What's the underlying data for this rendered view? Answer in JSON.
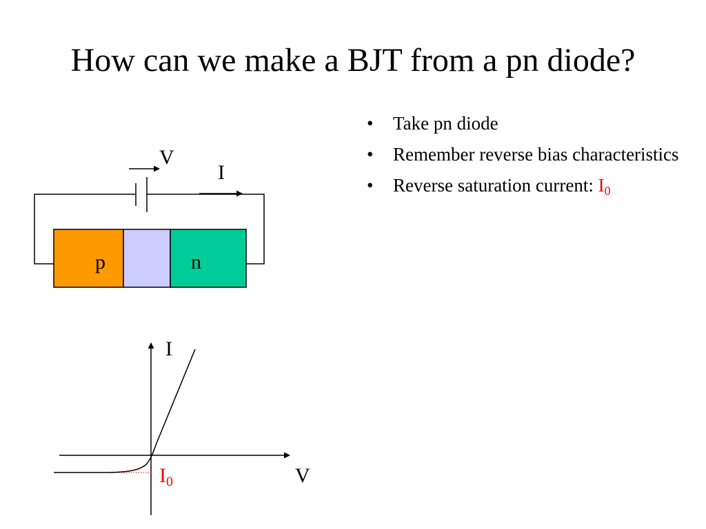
{
  "slide": {
    "title": "How can we make a BJT from a pn diode?",
    "bullets": [
      {
        "text": "Take pn diode"
      },
      {
        "text": "Remember reverse bias characteristics"
      },
      {
        "text": "Reverse saturation current: ",
        "sym": "I",
        "sub": "0"
      }
    ]
  },
  "circuit": {
    "voltage_label": "V",
    "current_label": "I",
    "p_label": "p",
    "n_label": "n",
    "colors": {
      "p": "#ff9900",
      "depletion": "#ccccff",
      "n": "#00cc99"
    }
  },
  "iv_graph": {
    "y_label": "I",
    "x_label": "V",
    "saturation_sym": "I",
    "saturation_sub": "0",
    "saturation_color": "#ff0000"
  }
}
